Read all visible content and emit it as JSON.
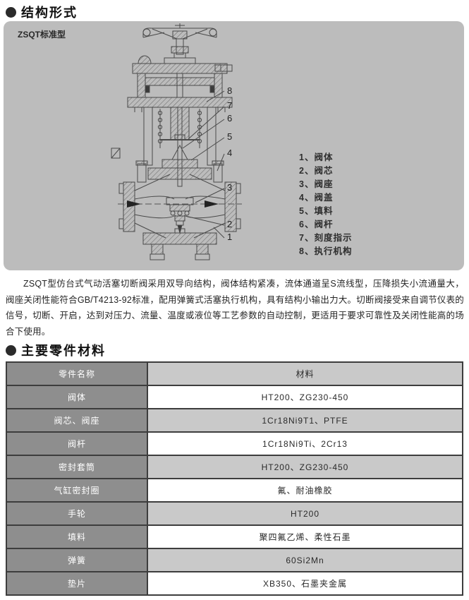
{
  "sections": {
    "structure_title": "结构形式",
    "materials_title": "主要零件材料"
  },
  "diagram": {
    "label": "ZSQT标准型",
    "callouts": [
      "8",
      "7",
      "6",
      "5",
      "4",
      "3",
      "2",
      "1"
    ],
    "legend": [
      "1、阀体",
      "2、阀芯",
      "3、阀座",
      "4、阀盖",
      "5、填料",
      "6、阀杆",
      "7、刻度指示",
      "8、执行机构"
    ]
  },
  "description": "ZSQT型仿台式气动活塞切断阀采用双导向结构，阀体结构紧凑，流体通道呈S流线型，压降损失小流通量大，阀座关闭性能符合GB/T4213-92标准，配用弹簧式活塞执行机构，具有结构小输出力大。切断阀接受来自调节仪表的信号，切断、开启，达到对压力、流量、温度或液位等工艺参数的自动控制，更适用于要求可靠性及关闭性能高的场合下使用。",
  "materials_table": {
    "headers": [
      "零件名称",
      "材料"
    ],
    "rows": [
      [
        "阀体",
        "HT200、ZG230-450"
      ],
      [
        "阀芯、阀座",
        "1Cr18Ni9T1、PTFE"
      ],
      [
        "阀杆",
        "1Cr18Ni9Ti、2Cr13"
      ],
      [
        "密封套筒",
        "HT200、ZG230-450"
      ],
      [
        "气缸密封圈",
        "氟、耐油橡胶"
      ],
      [
        "手轮",
        "HT200"
      ],
      [
        "填料",
        "聚四氟乙烯、柔性石墨"
      ],
      [
        "弹簧",
        "60Si2Mn"
      ],
      [
        "垫片",
        "XB350、石墨夹金属"
      ]
    ]
  },
  "colors": {
    "panel_bg": "#bcbcbc",
    "table_dark_cell": "#8e8e8e",
    "table_shade_cell": "#c9c9c9",
    "border": "#3d3d3d",
    "line": "#4a4a4a"
  }
}
